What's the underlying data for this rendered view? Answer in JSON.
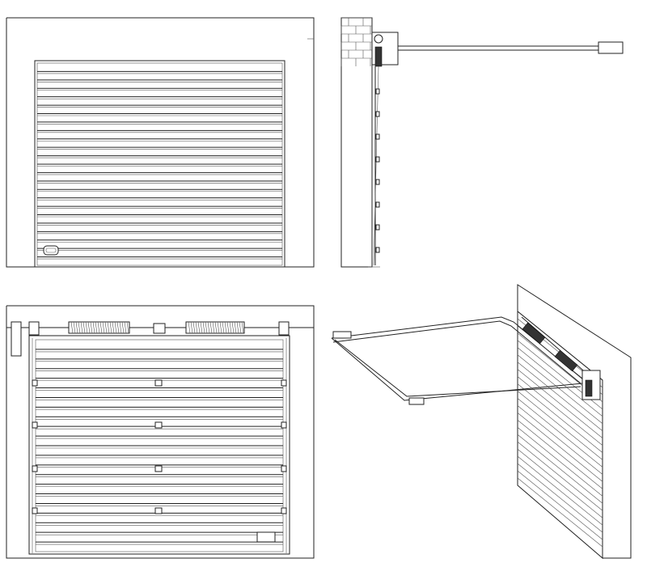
{
  "drawing": {
    "front_view_slats": 24,
    "interior_view_slats": 22,
    "iso_view_slats": 24,
    "line_color": "#222222",
    "background_color": "#ffffff"
  }
}
